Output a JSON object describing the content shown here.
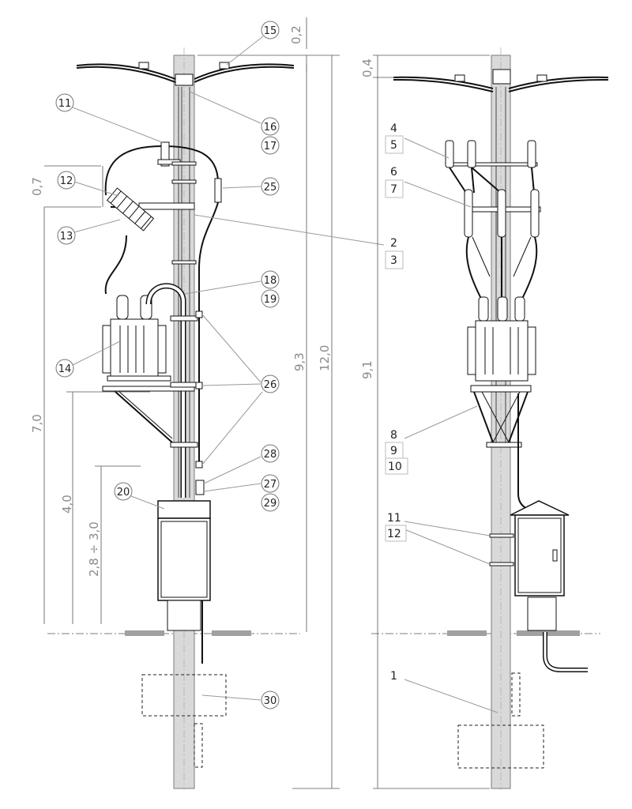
{
  "left_view": {
    "dimensions": {
      "top_offset": "0,2",
      "insulator_height": "0,7",
      "transformer_mount": "7,0",
      "bracket_height": "4,0",
      "cabinet_height": "2,8 ÷ 3,0",
      "pole_above_ground": "9,3",
      "pole_total": "12,0"
    },
    "callouts": [
      "15",
      "11",
      "16",
      "17",
      "12",
      "25",
      "13",
      "2",
      "3",
      "18",
      "19",
      "14",
      "26",
      "28",
      "20",
      "27",
      "29",
      "30"
    ]
  },
  "right_view": {
    "dimensions": {
      "top_offset": "0,4",
      "pole_above_ground": "9,1"
    },
    "callouts": [
      "4",
      "5",
      "6",
      "7",
      "8",
      "9",
      "10",
      "11",
      "12",
      "1"
    ]
  },
  "colors": {
    "pole_fill": "#d9d9d9",
    "dimension_text": "#8a8a8a",
    "leader": "#9a9a9a",
    "ground": "#a0a0a0"
  }
}
